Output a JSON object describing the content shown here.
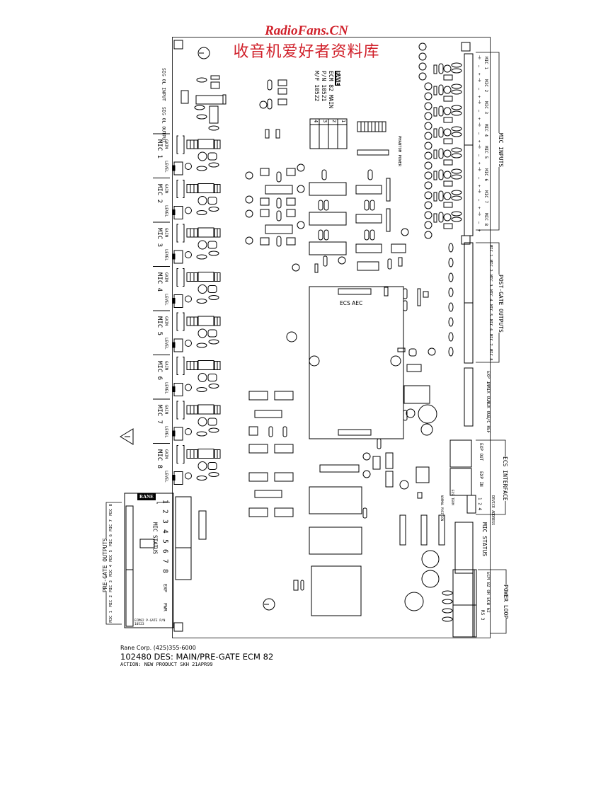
{
  "watermark": {
    "site": "RadioFans.CN",
    "chinese": "收音机爱好者资料库",
    "color": "#d0202a"
  },
  "board": {
    "title_block": {
      "brand": "RANE",
      "line1": "ECM 82 MAIN",
      "line2": "P/N 10521",
      "line3": "M/F 10522"
    },
    "dip_switch_labels": [
      "1",
      "2",
      "3",
      "4"
    ],
    "phantom_power_label": "PHANTOM POWER",
    "ecs_aec_label": "ECS AEC",
    "left_signal_labels": [
      {
        "label": "SIG OL INPUT"
      },
      {
        "label": "SIG OL OUTPUT"
      }
    ],
    "mic_channels": [
      {
        "name": "MIC 1",
        "gain": "GAIN",
        "level": "LEVEL"
      },
      {
        "name": "MIC 2",
        "gain": "GAIN",
        "level": "LEVEL"
      },
      {
        "name": "MIC 3",
        "gain": "GAIN",
        "level": "LEVEL"
      },
      {
        "name": "MIC 4",
        "gain": "GAIN",
        "level": "LEVEL"
      },
      {
        "name": "MIC 5",
        "gain": "GAIN",
        "level": "LEVEL"
      },
      {
        "name": "MIC 6",
        "gain": "GAIN",
        "level": "LEVEL"
      },
      {
        "name": "MIC 7",
        "gain": "GAIN",
        "level": "LEVEL"
      },
      {
        "name": "MIC 8",
        "gain": "GAIN",
        "level": "LEVEL"
      }
    ],
    "mic_status_bottom": {
      "title": "MIC STATUS",
      "numbers": [
        "1",
        "2",
        "3",
        "4",
        "5",
        "6",
        "7",
        "8"
      ],
      "exp": "EXP",
      "pwr": "PWR"
    },
    "mic_inputs": {
      "title": "MIC INPUTS",
      "labels": [
        "MIC 1",
        "MIC 2",
        "MIC 3",
        "MIC 4",
        "MIC 5",
        "MIC 6",
        "MIC 7",
        "MIC 8"
      ]
    },
    "post_gate_outputs": {
      "title": "POST-GATE OUTPUTS",
      "labels": [
        "MIC 1",
        "MIC 2",
        "MIC 3",
        "MIC 4",
        "MIC 5",
        "MIC 6",
        "MIC 7",
        "MIC 8"
      ]
    },
    "aux_connectors": [
      "EXP IN",
      "MIX OUT",
      "AUX OUT",
      "E/C REF"
    ],
    "ecs_interface": {
      "title": "ECS INTERFACE",
      "exp_out": "EXP OUT",
      "exp_in": "EXP IN",
      "device_address": "DEVICE ADDRESS",
      "address_bits": "1 2 4",
      "ecs_term": "ECS TERM",
      "normal_position": "NORMAL POSITION"
    },
    "mic_status_right": "MIC STATUS",
    "power_loop": {
      "title": "POWER LOOP",
      "conn1": "ECM 82 OR ECB 62",
      "conn2": "RS 3"
    },
    "pre_gate_outputs": {
      "title": "PRE-GATE OUTPUTS",
      "brand": "RANE",
      "labels": [
        "MIC 8",
        "MIC 7",
        "MIC 6",
        "MIC 5",
        "MIC 4",
        "MIC 3",
        "MIC 2",
        "MIC 1"
      ],
      "part_note": "ECM82 P-GATE P/N 10523"
    },
    "warning_icon": "warning-triangle-icon"
  },
  "footer": {
    "company": "Rane Corp.   (425)355-6000",
    "description": "102480 DES: MAIN/PRE-GATE ECM 82",
    "action": "ACTION: NEW PRODUCT SKH 21APR99"
  }
}
